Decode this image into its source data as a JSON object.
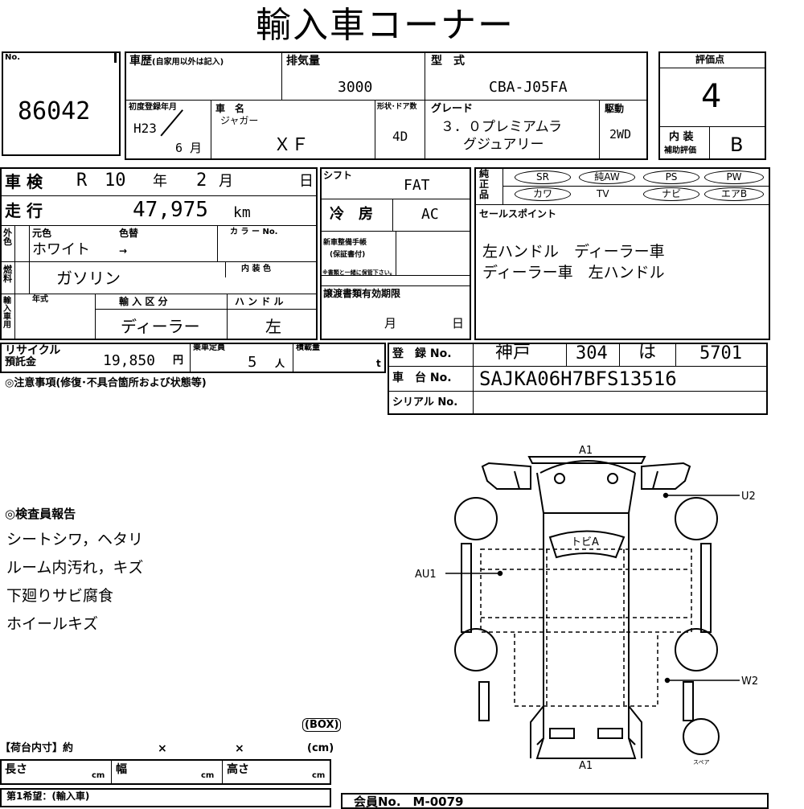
{
  "title": "輸入車コーナー",
  "no_label": "No.",
  "lot_no": "86042",
  "history_label": "車歴",
  "history_note": "(自家用以外は記入)",
  "displacement_label": "排気量",
  "displacement": "3000",
  "model_label": "型　式",
  "model_code": "CBA-J05FA",
  "score_label": "評価点",
  "score": "4",
  "interior_label": "内 装",
  "interior_sub": "補助評価",
  "interior_grade": "B",
  "first_reg_label": "初度登録年月",
  "first_reg_year": "H23",
  "first_reg_month": "6 月",
  "car_name_label": "車　名",
  "car_maker": "ジャガー",
  "car_name": "ＸＦ",
  "shape_label": "形状･ドア数",
  "doors": "4D",
  "grade_label": "グレード",
  "grade_line1": "３．０プレミアムラ",
  "grade_line2": "グジュアリー",
  "drive_label": "駆動",
  "drive": "2WD",
  "shaken_label": "車 検",
  "shaken_era": "R",
  "shaken_year": "10",
  "year_unit": "年",
  "shaken_month": "2",
  "month_unit": "月",
  "day_unit": "日",
  "shift_label": "シフト",
  "shift": "FAT",
  "equip_label": "純正品",
  "equipment": [
    "SR",
    "純AW",
    "PS",
    "PW",
    "カワ",
    "TV",
    "ナビ",
    "エアB"
  ],
  "mileage_label": "走 行",
  "mileage": "47,975",
  "mileage_unit": "km",
  "aircon_label": "冷　房",
  "aircon": "AC",
  "sales_label": "セールスポイント",
  "sales_line1": "左ハンドル　ディーラー車",
  "sales_line2": "ディーラー車　左ハンドル",
  "exterior_label": "外色",
  "orig_color_label": "元色",
  "recolor_label": "色替",
  "color_no_label": "カ ラ ー No.",
  "color": "ホワイト",
  "color_arrow": "→",
  "manual_label": "新車整備手帳",
  "manual_sub": "(保証書付)",
  "manual_note": "※書類と一緒に保管下さい。",
  "fuel_label": "燃料",
  "fuel": "ガソリン",
  "interior_color_label": "内 装 色",
  "docs_label": "譲渡書類有効期限",
  "import_label": "輸入車用",
  "model_year_label": "年式",
  "import_class_label": "輸 入 区 分",
  "handle_label": "ハ ン ド ル",
  "import_class": "ディーラー",
  "handle": "左",
  "recycle_label": "リサイクル",
  "recycle_label2": "預託金",
  "recycle_amount": "19,850",
  "yen": "円",
  "capacity_label": "乗車定員",
  "capacity": "5",
  "capacity_unit": "人",
  "load_label": "積載量",
  "load_unit": "t",
  "reg_label": "登　録 No.",
  "reg_area": "神戸",
  "reg_class": "304",
  "reg_kana": "は",
  "reg_number": "5701",
  "chassis_label": "車　台 No.",
  "chassis": "SAJKA06H7BFS13516",
  "serial_label": "シリアル No.",
  "notes_label": "◎注意事項(修復･不具合箇所および状態等)",
  "inspector_title": "◎検査員報告",
  "inspector_lines": [
    "シートシワ，ヘタリ",
    "ルーム内汚れ，キズ",
    "下廻りサビ腐食",
    "ホイールキズ"
  ],
  "diagram": {
    "top_mark": "A1",
    "bottom_mark": "A1",
    "right_top": "U2",
    "right_bottom": "W2",
    "left_mark": "AU1",
    "roof_label": "トビA",
    "spare": "スペア"
  },
  "box_label": "BOX",
  "cargo_title": "【荷台内寸】約",
  "cargo_x": "×",
  "cargo_unit": "(cm)",
  "length_label": "長さ",
  "width_label": "幅",
  "height_label": "高さ",
  "cm": "cm",
  "wish_label": "第1希望：(輸入車)",
  "member_label": "会員No.　M-0079"
}
